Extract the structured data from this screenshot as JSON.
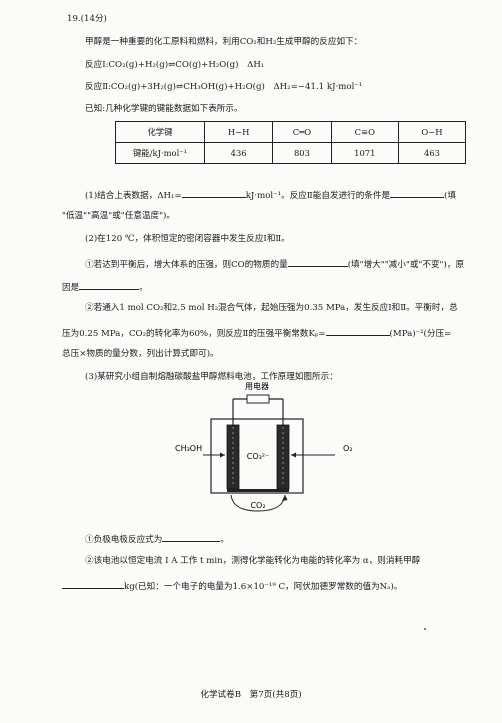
{
  "question_header": "19.(14分)",
  "intro": "甲醇是一种重要的化工原料和燃料，利用CO₂和H₂生成甲醇的反应如下：",
  "reaction1": "反应Ⅰ:CO₂(g)+H₂(g)⇌CO(g)+H₂O(g)　ΔH₁",
  "reaction2": "反应Ⅱ:CO₂(g)+3H₂(g)⇌CH₃OH(g)+H₂O(g)　ΔH₂=−41.1 kJ·mol⁻¹",
  "known": "已知:几种化学键的键能数据如下表所示。",
  "table": {
    "header": [
      "化学键",
      "H−H",
      "C═O",
      "C≡O",
      "O−H"
    ],
    "row": [
      "键能/kJ·mol⁻¹",
      "436",
      "803",
      "1071",
      "463"
    ]
  },
  "q1": {
    "a": "(1)结合上表数据，ΔH₁=",
    "b": "kJ·mol⁻¹。反应Ⅱ能自发进行的条件是",
    "c": "(填",
    "line2": "\"低温\"\"高温\"或\"任意温度\")。"
  },
  "q2_intro": "(2)在120 ℃，体积恒定的密闭容器中发生反应Ⅰ和Ⅱ。",
  "q2_1": {
    "a": "①若达到平衡后，增大体系的压强，则CO的物质的量",
    "b": "(填\"增大\"\"减小\"或\"不变\")，原",
    "line2a": "因是",
    "line2b": "。"
  },
  "q2_2": {
    "line1": "②若通入1 mol CO₂和2.5 mol H₂混合气体，起始压强为0.35 MPa，发生反应Ⅰ和Ⅱ。平衡时，总",
    "line2a": "压为0.25 MPa，CO₂的转化率为60%，则反应Ⅱ的压强平衡常数Kₚ=",
    "line2b": "(MPa)⁻²(分压=",
    "line3": "总压×物质的量分数，列出计算式即可)。"
  },
  "q3_intro": "(3)某研究小组自制熔融碳酸盐甲醇燃料电池，工作原理如图所示：",
  "diagram": {
    "appliance": "用电器",
    "fuel": "CH₃OH",
    "electrolyte": "CO₃²⁻",
    "oxidant": "O₂",
    "recycle": "CO₂"
  },
  "q3_1": {
    "a": "①负极电极反应式为",
    "b": "。"
  },
  "q3_2": {
    "line1": "②该电池以恒定电流 I A 工作 t min，测得化学能转化为电能的转化率为 α，则消耗甲醇",
    "line2": "kg(已知：一个电子的电量为1.6×10⁻¹⁹ C，阿伏加德罗常数的值为Nₐ)。"
  },
  "footer": "化学试卷B　第7页(共8页)"
}
